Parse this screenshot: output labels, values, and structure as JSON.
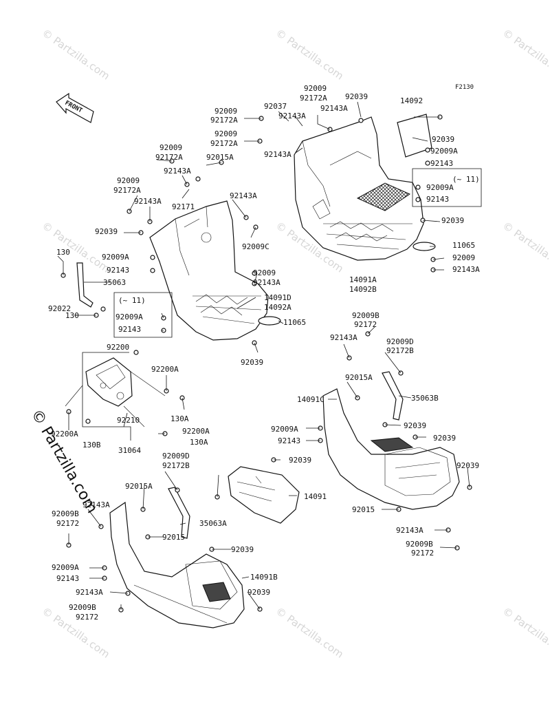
{
  "diagram_code": "F2130",
  "front_label": "FRONT",
  "watermark": "© Partzilla.com",
  "labels": [
    {
      "id": "l1",
      "text": "92009"
    },
    {
      "id": "l2",
      "text": "92172A"
    },
    {
      "id": "l3",
      "text": "92039"
    },
    {
      "id": "l4",
      "text": "92143A"
    },
    {
      "id": "l5",
      "text": "14092"
    },
    {
      "id": "l6",
      "text": "92009"
    },
    {
      "id": "l7",
      "text": "92172A"
    },
    {
      "id": "l8",
      "text": "92037"
    },
    {
      "id": "l9",
      "text": "92143A"
    },
    {
      "id": "l10",
      "text": "92039"
    },
    {
      "id": "l11",
      "text": "92009"
    },
    {
      "id": "l12",
      "text": "92172A"
    },
    {
      "id": "l13",
      "text": "92009A"
    },
    {
      "id": "l14",
      "text": "92143"
    },
    {
      "id": "l15",
      "text": "92143A"
    },
    {
      "id": "l16",
      "text": "92009"
    },
    {
      "id": "l17",
      "text": "92172A"
    },
    {
      "id": "l18",
      "text": "92015A"
    },
    {
      "id": "l19",
      "text": "92143A"
    },
    {
      "id": "l20",
      "text": "(~ 11)"
    },
    {
      "id": "l21",
      "text": "92009A"
    },
    {
      "id": "l22",
      "text": "92143"
    },
    {
      "id": "l23",
      "text": "92009"
    },
    {
      "id": "l24",
      "text": "92172A"
    },
    {
      "id": "l25",
      "text": "92143A"
    },
    {
      "id": "l26",
      "text": "92171"
    },
    {
      "id": "l27",
      "text": "92143A"
    },
    {
      "id": "l28",
      "text": "92039"
    },
    {
      "id": "l29",
      "text": "92039"
    },
    {
      "id": "l30",
      "text": "92009C"
    },
    {
      "id": "l31",
      "text": "11065"
    },
    {
      "id": "l32",
      "text": "92009A"
    },
    {
      "id": "l33",
      "text": "92009"
    },
    {
      "id": "l34",
      "text": "130"
    },
    {
      "id": "l35",
      "text": "92143"
    },
    {
      "id": "l36",
      "text": "92143A"
    },
    {
      "id": "l37",
      "text": "14091A"
    },
    {
      "id": "l38",
      "text": "14092B"
    },
    {
      "id": "l39",
      "text": "35063"
    },
    {
      "id": "l40",
      "text": "92009"
    },
    {
      "id": "l41",
      "text": "92143A"
    },
    {
      "id": "l42",
      "text": "14091D"
    },
    {
      "id": "l43",
      "text": "14092A"
    },
    {
      "id": "l44",
      "text": "(~ 11)"
    },
    {
      "id": "l45",
      "text": "92022"
    },
    {
      "id": "l46",
      "text": "130"
    },
    {
      "id": "l47",
      "text": "92009A"
    },
    {
      "id": "l48",
      "text": "11065"
    },
    {
      "id": "l49",
      "text": "92143"
    },
    {
      "id": "l50",
      "text": "92009B"
    },
    {
      "id": "l51",
      "text": "92172"
    },
    {
      "id": "l52",
      "text": "92039"
    },
    {
      "id": "l53",
      "text": "92143A"
    },
    {
      "id": "l54",
      "text": "92009D"
    },
    {
      "id": "l55",
      "text": "92172B"
    },
    {
      "id": "l56",
      "text": "92200"
    },
    {
      "id": "l57",
      "text": "92200A"
    },
    {
      "id": "l58",
      "text": "92015A"
    },
    {
      "id": "l59",
      "text": "35063B"
    },
    {
      "id": "l60",
      "text": "14091C"
    },
    {
      "id": "l61",
      "text": "130A"
    },
    {
      "id": "l62",
      "text": "92039"
    },
    {
      "id": "l63",
      "text": "92009A"
    },
    {
      "id": "l64",
      "text": "92200A"
    },
    {
      "id": "l65",
      "text": "92210"
    },
    {
      "id": "l66",
      "text": "130B"
    },
    {
      "id": "l67",
      "text": "92200A"
    },
    {
      "id": "l68",
      "text": "130A"
    },
    {
      "id": "l69",
      "text": "92143"
    },
    {
      "id": "l70",
      "text": "92039"
    },
    {
      "id": "l71",
      "text": "31064"
    },
    {
      "id": "l72",
      "text": "92039"
    },
    {
      "id": "l73",
      "text": "92009D"
    },
    {
      "id": "l74",
      "text": "92172B"
    },
    {
      "id": "l75",
      "text": "92039"
    },
    {
      "id": "l76",
      "text": "92015A"
    },
    {
      "id": "l77",
      "text": "14091"
    },
    {
      "id": "l78",
      "text": "92143A"
    },
    {
      "id": "l79",
      "text": "92009B"
    },
    {
      "id": "l80",
      "text": "92172"
    },
    {
      "id": "l81",
      "text": "35063A"
    },
    {
      "id": "l82",
      "text": "92015"
    },
    {
      "id": "l83",
      "text": "92015"
    },
    {
      "id": "l84",
      "text": "92143A"
    },
    {
      "id": "l85",
      "text": "92009B"
    },
    {
      "id": "l86",
      "text": "92172"
    },
    {
      "id": "l87",
      "text": "92039"
    },
    {
      "id": "l88",
      "text": "92009A"
    },
    {
      "id": "l89",
      "text": "92143"
    },
    {
      "id": "l90",
      "text": "14091B"
    },
    {
      "id": "l91",
      "text": "92143A"
    },
    {
      "id": "l92",
      "text": "92039"
    },
    {
      "id": "l93",
      "text": "92009B"
    },
    {
      "id": "l94",
      "text": "92172"
    }
  ]
}
